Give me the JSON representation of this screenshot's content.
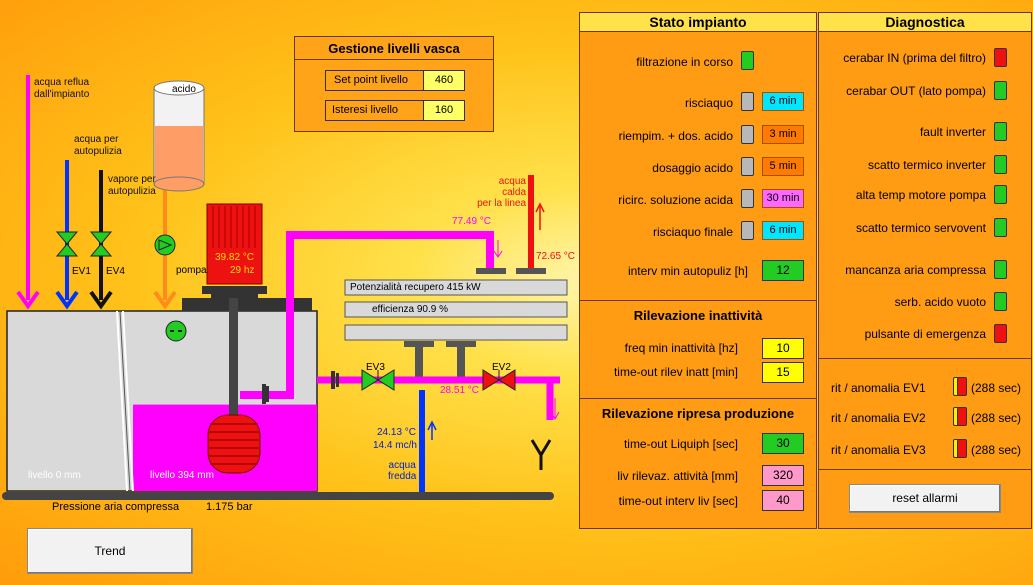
{
  "gestione": {
    "title": "Gestione livelli vasca",
    "rows": [
      {
        "label": "Set point livello",
        "value": "460"
      },
      {
        "label": "Isteresi livello",
        "value": "160"
      }
    ]
  },
  "diagram": {
    "acqua_reflua": "acqua reflua",
    "dall_impianto": "dall'impianto",
    "acqua_per": "acqua per",
    "autopulizia": "autopulizia",
    "vapore_per": "vapore per",
    "autopulizia2": "autopulizia",
    "ev1": "EV1",
    "ev4": "EV4",
    "ev3": "EV3",
    "ev2": "EV2",
    "acido": "acido",
    "pompa": "pompa",
    "motor_temp": "39.82 °C",
    "motor_hz": "29  hz",
    "temp_top": "77.49 °C",
    "acqua_calda": "acqua calda",
    "per_la_linea": "per la linea",
    "temp_calda": "72.65 °C",
    "potenzialita": "Potenzialità recupero 415 kW",
    "efficienza": "efficienza 90.9 %",
    "temp_mid": "28.51 °C",
    "temp_fredda": "24.13 °C",
    "portata": "14.4 mc/h",
    "acqua": "acqua",
    "fredda": "fredda",
    "livello_left": "livello 0 mm",
    "livello_right": "livello 394 mm",
    "pressione_label": "Pressione aria compressa",
    "pressione_value": "1.175 bar",
    "trend": "Trend",
    "level_fraction": 0.48
  },
  "stato": {
    "title": "Stato impianto",
    "filtrazione": "filtrazione in corso",
    "steps": [
      {
        "label": "risciaquo",
        "time": "6 min",
        "color": "#00e6ff"
      },
      {
        "label": "riempim. + dos. acido",
        "time": "3 min",
        "color": "#ff7a00"
      },
      {
        "label": "dosaggio acido",
        "time": "5 min",
        "color": "#ff7a00"
      },
      {
        "label": "ricirc. soluzione acida",
        "time": "30 min",
        "color": "#ff66ff"
      },
      {
        "label": "risciaquo finale",
        "time": "6 min",
        "color": "#00e6ff"
      }
    ],
    "interv_label": "interv min autopuliz [h]",
    "interv_value": "12",
    "inatt_title": "Rilevazione inattività",
    "freq_label": "freq min inattività [hz]",
    "freq_value": "10",
    "timeout_inatt_label": "time-out rilev inatt [min]",
    "timeout_inatt_value": "15",
    "ripresa_title": "Rilevazione ripresa produzione",
    "liquiph_label": "time-out Liquiph [sec]",
    "liquiph_value": "30",
    "liv_label": "liv rilevaz. attività [mm]",
    "liv_value": "320",
    "interv_liv_label": "time-out interv liv [sec]",
    "interv_liv_value": "40"
  },
  "diagnostica": {
    "title": "Diagnostica",
    "items": [
      {
        "label": "cerabar IN (prima del filtro)",
        "status": "red"
      },
      {
        "label": "cerabar OUT (lato pompa)",
        "status": "green"
      },
      {
        "label": "fault inverter",
        "status": "green"
      },
      {
        "label": "scatto termico inverter",
        "status": "green"
      },
      {
        "label": "alta temp motore pompa",
        "status": "green"
      },
      {
        "label": "scatto termico servovent",
        "status": "green"
      },
      {
        "label": "mancanza aria compressa",
        "status": "green"
      },
      {
        "label": "serb. acido vuoto",
        "status": "green"
      },
      {
        "label": "pulsante di emergenza",
        "status": "red"
      }
    ],
    "ev": [
      {
        "label": "rit / anomalia EV1",
        "sec": "(288 sec)"
      },
      {
        "label": "rit / anomalia EV2",
        "sec": "(288 sec)"
      },
      {
        "label": "rit / anomalia EV3",
        "sec": "(288 sec)"
      }
    ],
    "reset": "reset allarmi"
  },
  "colors": {
    "pipe_magenta": "#ff00ff",
    "pipe_blue": "#0033ff",
    "pipe_red": "#ee1111",
    "pipe_orange": "#ff8c1a",
    "valve_green": "#22cc22",
    "valve_red": "#ee1111"
  }
}
